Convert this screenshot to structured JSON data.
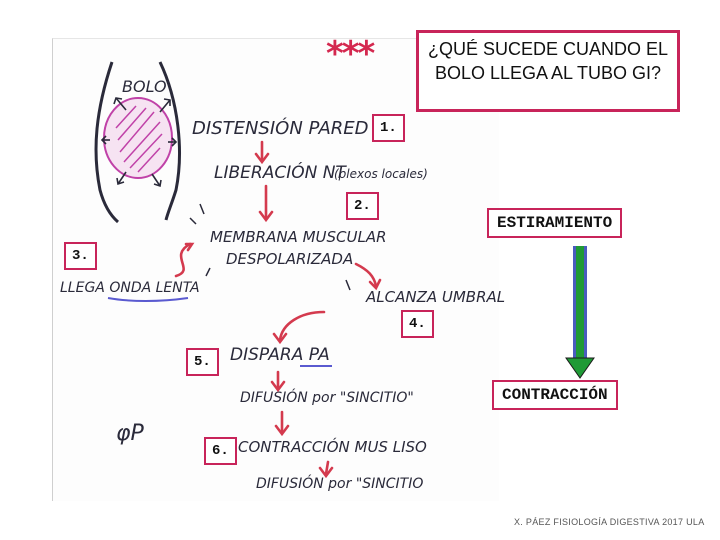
{
  "header": {
    "stars": "***",
    "question": "¿QUÉ SUCEDE CUANDO EL BOLO LLEGA AL TUBO GI?"
  },
  "steps": {
    "s1": "1.",
    "s2": "2.",
    "s3": "3.",
    "s4": "4.",
    "s5": "5.",
    "s6": "6."
  },
  "sketch": {
    "bolo": "BOLO",
    "distension": "DISTENSIÓN PARED",
    "liberacion": "LIBERACIÓN NT",
    "liberacion_note": "(plexos locales)",
    "membrana": "MEMBRANA MUSCULAR",
    "despolarizada": "DESPOLARIZADA",
    "llega_onda": "LLEGA ONDA LENTA",
    "alcanza": "ALCANZA UMBRAL",
    "dispara": "DISPARA PA",
    "difusion1": "DIFUSIÓN por \"SINCITIO\"",
    "contraccion_ml": "CONTRACCIÓN MUS LISO",
    "difusion2": "DIFUSIÓN por \"SINCITIO",
    "sig": "φP"
  },
  "mechanism": {
    "top": "ESTIRAMIENTO",
    "bottom": "CONTRACCIÓN",
    "arrow_color": "#1f9a36",
    "shaft_color": "#4a5bbf"
  },
  "footer": "X. PÁEZ   FISIOLOGÍA DIGESTIVA 2017  ULA",
  "colors": {
    "accent": "#c8245a",
    "sketch_arrow": "#d43a4e",
    "ink": "#2a2a3a"
  }
}
